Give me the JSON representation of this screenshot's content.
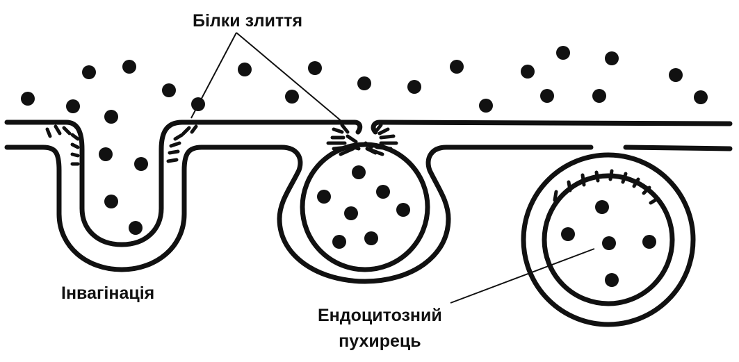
{
  "labels": {
    "fusion_proteins": "Білки злиття",
    "invagination": "Інвагінація",
    "vesicle_line1": "Ендоцитозний",
    "vesicle_line2": "пухирець"
  },
  "colors": {
    "ink": "#111111",
    "background": "#ffffff"
  }
}
